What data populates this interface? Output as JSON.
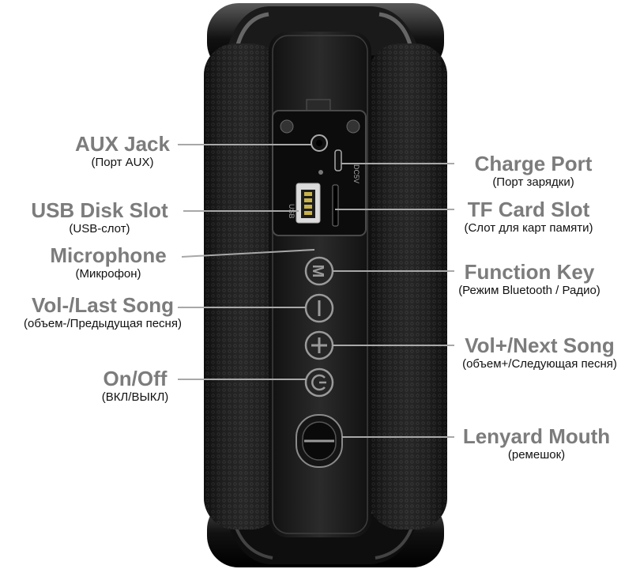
{
  "labels_left": [
    {
      "id": "aux",
      "title": "AUX Jack",
      "subtitle": "(Порт AUX)"
    },
    {
      "id": "usb",
      "title": "USB Disk Slot",
      "subtitle": "(USB-слот)"
    },
    {
      "id": "mic",
      "title": "Microphone",
      "subtitle": "(Микрофон)"
    },
    {
      "id": "voldown",
      "title": "Vol-/Last Song",
      "subtitle": "(объем-/Предыдущая песня)"
    },
    {
      "id": "onoff",
      "title": "On/Off",
      "subtitle": "(ВКЛ/ВЫКЛ)"
    }
  ],
  "labels_right": [
    {
      "id": "charge",
      "title": "Charge Port",
      "subtitle": "(Порт зарядки)"
    },
    {
      "id": "tf",
      "title": "TF Card Slot",
      "subtitle": "(Слот для карт памяти)"
    },
    {
      "id": "func",
      "title": "Function Key",
      "subtitle": "(Режим Bluetooth / Радио)"
    },
    {
      "id": "volup",
      "title": "Vol+/Next Song",
      "subtitle": "(объем+/Следующая песня)"
    },
    {
      "id": "lanyard",
      "title": "Lenyard Mouth",
      "subtitle": "(ремешок)"
    }
  ],
  "device_markings": {
    "dc": "DC5V",
    "usb": "USB"
  },
  "colors": {
    "label_title": "#7c7c7c",
    "label_subtitle": "#111111",
    "speaker_body": "#1c1c1c",
    "callout_line": "#a8a8a8"
  }
}
